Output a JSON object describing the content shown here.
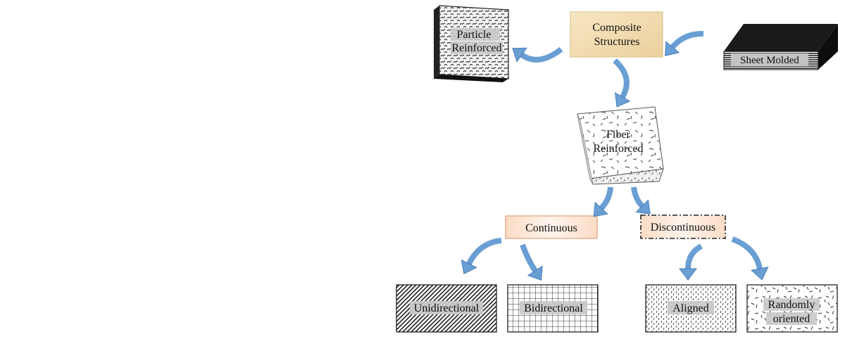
{
  "nodes": {
    "composite": {
      "lines": [
        "Composite",
        "Structures"
      ]
    },
    "particle": {
      "lines": [
        "Particle",
        "Reinforced"
      ]
    },
    "sheet": {
      "lines": [
        "Sheet Molded"
      ]
    },
    "fiber": {
      "lines": [
        "Fiber",
        "Reinforced"
      ]
    },
    "continuous": {
      "lines": [
        "Continuous"
      ]
    },
    "discontinuous": {
      "lines": [
        "Discontinuous"
      ]
    },
    "unidirectional": {
      "lines": [
        "Unidirectional"
      ]
    },
    "bidirectional": {
      "lines": [
        "Bidirectional"
      ]
    },
    "aligned": {
      "lines": [
        "Aligned"
      ]
    },
    "randomly": {
      "lines": [
        "Randomly",
        "oriented"
      ]
    }
  },
  "colors": {
    "arrow": "#6a9fd4",
    "arrow_edge": "#4a7fb8",
    "composite_fill": "#f2dcb0",
    "continuous_fill": "#fbe3d2",
    "discontinuous_fill": "#fde9dc"
  }
}
